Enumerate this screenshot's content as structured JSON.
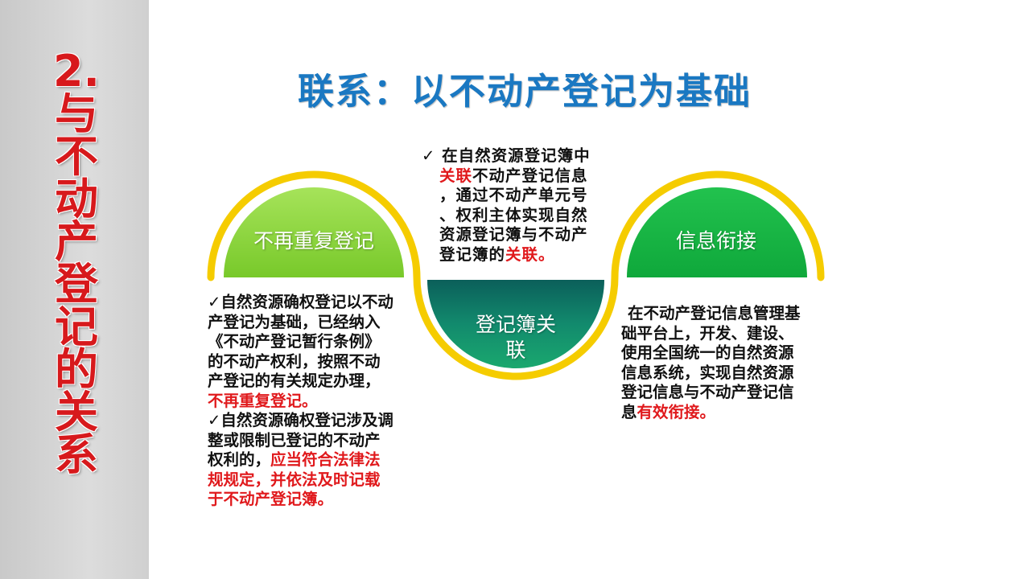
{
  "sidebar": {
    "title_chars": [
      "2.",
      "与",
      "不",
      "动",
      "产",
      "登",
      "记",
      "的",
      "关",
      "系"
    ]
  },
  "title": "联系：以不动产登记为基础",
  "colors": {
    "sidebar_title": "#d7191c",
    "main_title": "#1a78c2",
    "ring": "#f5cc00",
    "left_fill": "#8ed83e",
    "right_fill": "#17b545",
    "center_fill": "#0e7a6a",
    "highlight": "#e0191c"
  },
  "shapes": {
    "left_label": "不再重复登记",
    "right_label": "信息衔接",
    "center_label": "登记簿关联"
  },
  "center_top": {
    "check": "✓",
    "l1": "在自然资源登记簿中",
    "l2_red": "关联",
    "l2": "不动产登记信息",
    "l3": "，通过不动产单元号",
    "l4": "、权利主体实现自然",
    "l5": "资源登记簿与不动产",
    "l6": "登记簿的",
    "l6_red": "关联。"
  },
  "left_text": {
    "check1": "✓",
    "p1_a": "自然资源确权登记以不动",
    "p1_b": "产登记为基础，已经纳入",
    "p1_c": "《不动产登记暂行条例》",
    "p1_d": "的不动产权利，按照不动",
    "p1_e": "产登记的有关规定办理，",
    "p1_red": "不再重复登记。",
    "check2": "✓",
    "p2_a": "自然资源确权登记涉及调",
    "p2_b": "整或限制已登记的不动产",
    "p2_c": "权利的，",
    "p2_red1": "应当符合法律法",
    "p2_red2": "规规定，并依法及时记载",
    "p2_red3": "于不动产登记簿。"
  },
  "right_text": {
    "l1": "在不动产登记信息管理基",
    "l2": "础平台上，开发、建设、",
    "l3": "使用全国统一的自然资源",
    "l4": "信息系统，实现自然资源",
    "l5": "登记信息与不动产登记信",
    "l6": "息",
    "l6_red": "有效衔接。"
  }
}
